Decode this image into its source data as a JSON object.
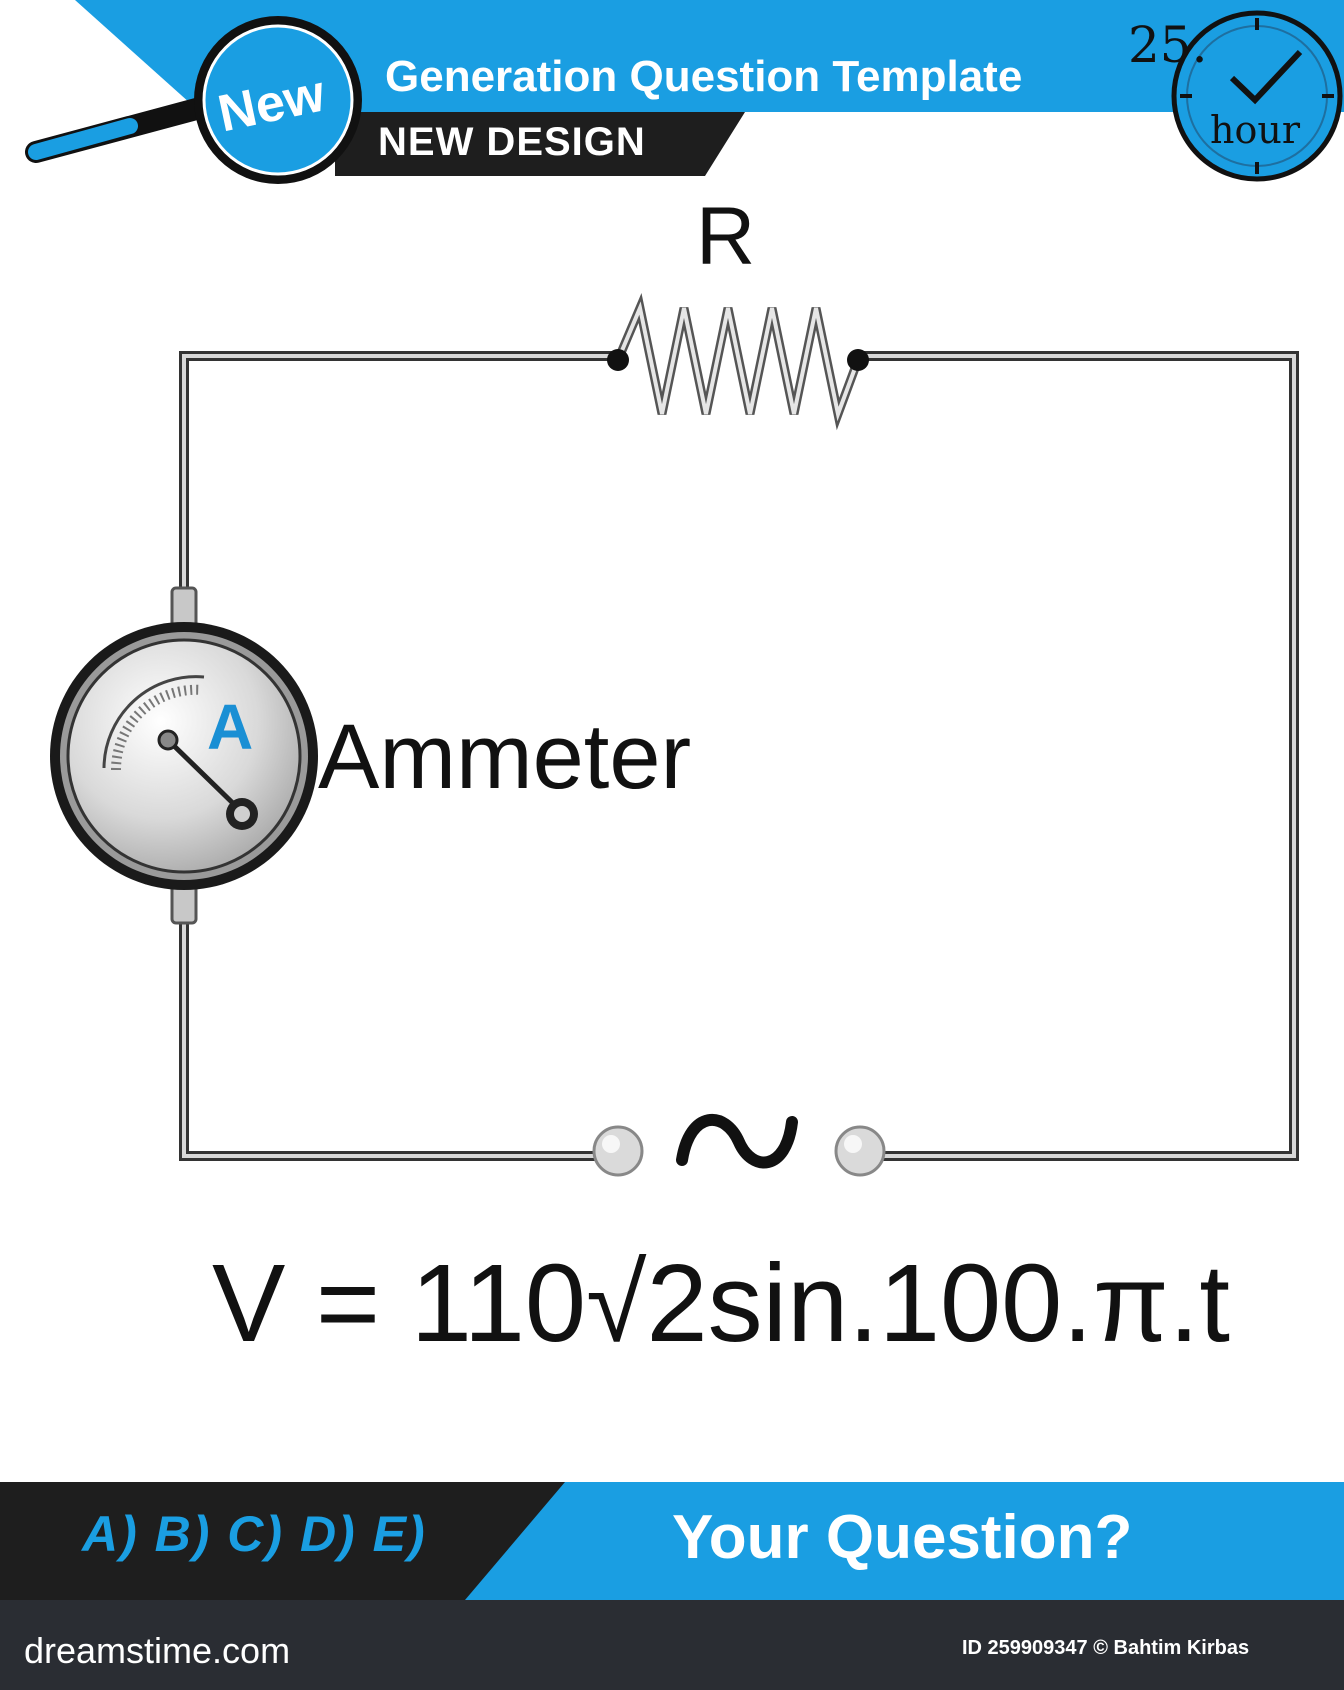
{
  "header": {
    "badge": "New",
    "title": "Generation Question Template",
    "subtitle": "NEW DESIGN",
    "clock_number": "25.",
    "clock_unit": "hour"
  },
  "circuit": {
    "resistor_label": "R",
    "meter_letter": "A",
    "meter_label": "Ammeter",
    "source_symbol": "~",
    "voltage_equation": "V = 110√2sin.100.π.t"
  },
  "footer": {
    "options": "A) B) C) D) E)",
    "question": "Your Question?",
    "brand": "dreamstime.com",
    "credit": "ID 259909347 © Bahtim Kirbas"
  },
  "colors": {
    "accent": "#1a9ee2",
    "dark": "#1e1e1e",
    "footer_bar": "#2a2d33"
  },
  "icons": [
    "magnifier-icon",
    "clock-icon",
    "checkmark-icon",
    "resistor-icon",
    "ammeter-icon",
    "ac-source-icon"
  ]
}
